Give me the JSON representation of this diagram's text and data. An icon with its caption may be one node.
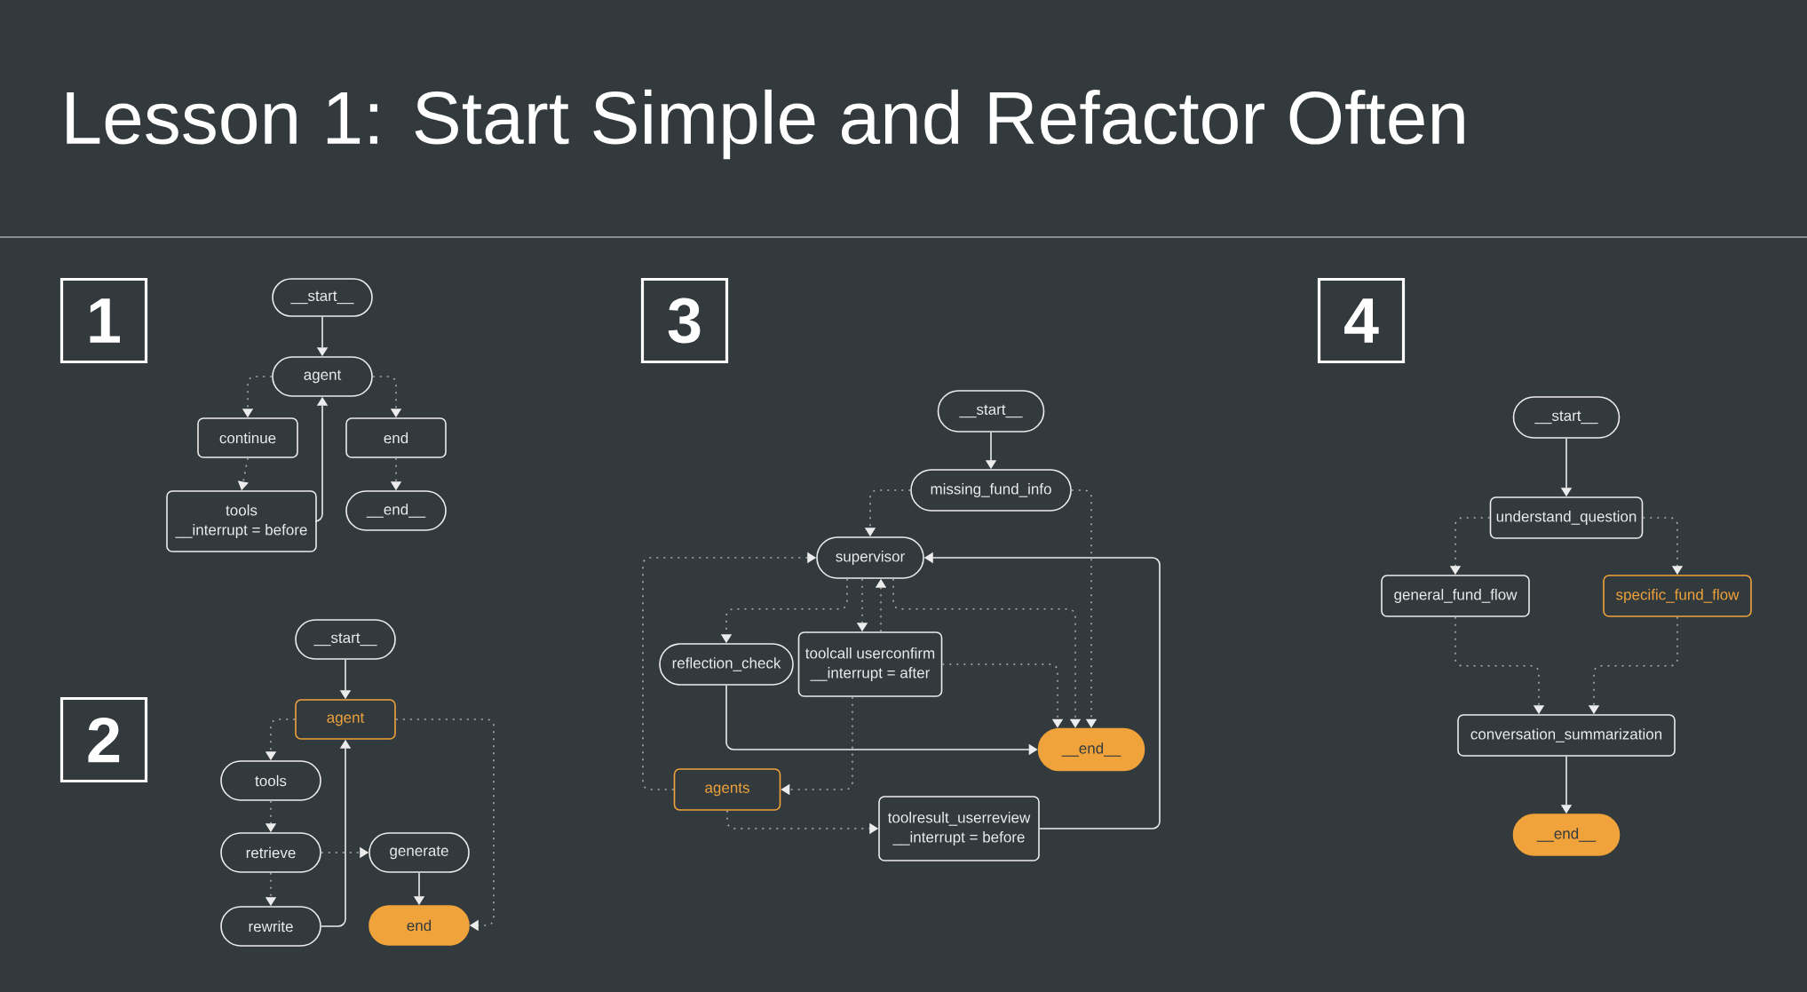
{
  "diagram": {
    "title": "Lesson 1: Start Simple and Refactor Often",
    "nodes": [
      {
        "text": [
          "1"
        ]
      },
      {
        "text": [
          "__start__"
        ]
      },
      {
        "text": [
          "agent"
        ]
      },
      {
        "text": [
          "continue"
        ]
      },
      {
        "text": [
          "end"
        ]
      },
      {
        "text": [
          "tools",
          "__interrupt = before"
        ]
      },
      {
        "text": [
          "__end__"
        ]
      },
      {
        "text": [
          "2"
        ]
      },
      {
        "text": [
          "__start__"
        ]
      },
      {
        "text": [
          "agent"
        ]
      },
      {
        "text": [
          "tools"
        ]
      },
      {
        "text": [
          "retrieve"
        ]
      },
      {
        "text": [
          "generate"
        ]
      },
      {
        "text": [
          "rewrite"
        ]
      },
      {
        "text": [
          "end"
        ]
      },
      {
        "text": [
          "3"
        ]
      },
      {
        "text": [
          "__start__"
        ]
      },
      {
        "text": [
          "missing_fund_info"
        ]
      },
      {
        "text": [
          "supervisor"
        ]
      },
      {
        "text": [
          "reflection_check"
        ]
      },
      {
        "text": [
          "toolcall userconfirm",
          "__interrupt = after"
        ]
      },
      {
        "text": [
          "__end__"
        ]
      },
      {
        "text": [
          "agents"
        ]
      },
      {
        "text": [
          "toolresult_userreview",
          "__interrupt = before"
        ]
      },
      {
        "text": [
          "4"
        ]
      },
      {
        "text": [
          "__start__"
        ]
      },
      {
        "text": [
          "understand_question"
        ]
      },
      {
        "text": [
          "general_fund_flow"
        ]
      },
      {
        "text": [
          "specific_fund_flow"
        ]
      },
      {
        "text": [
          "conversation_summarization"
        ]
      },
      {
        "text": [
          "__end__"
        ]
      }
    ],
    "edges": [
      {
        "from": 1,
        "to": 2,
        "arrow": "to"
      },
      {
        "from": 2,
        "to": 3,
        "arrow": "to",
        "style": "dashed"
      },
      {
        "from": 2,
        "to": 4,
        "arrow": "to",
        "style": "dashed"
      },
      {
        "from": 3,
        "to": 5,
        "arrow": "to",
        "style": "dashed"
      },
      {
        "from": 5,
        "to": 2,
        "arrow": "to"
      },
      {
        "from": 4,
        "to": 6,
        "arrow": "to",
        "style": "dashed"
      },
      {
        "from": 8,
        "to": 9,
        "arrow": "to"
      },
      {
        "from": 9,
        "to": 10,
        "arrow": "to",
        "style": "dashed"
      },
      {
        "from": 10,
        "to": 11,
        "arrow": "to",
        "style": "dashed"
      },
      {
        "from": 11,
        "to": 12,
        "arrow": "to",
        "style": "dashed"
      },
      {
        "from": 11,
        "to": 13,
        "arrow": "to",
        "style": "dashed"
      },
      {
        "from": 13,
        "to": 9,
        "arrow": "to"
      },
      {
        "from": 12,
        "to": 14,
        "arrow": "to"
      },
      {
        "from": 9,
        "to": 14,
        "arrow": "to",
        "style": "dashed"
      },
      {
        "from": 16,
        "to": 17,
        "arrow": "to"
      },
      {
        "from": 17,
        "to": 18,
        "arrow": "to",
        "style": "dashed"
      },
      {
        "from": 17,
        "to": 21,
        "arrow": "to",
        "style": "dashed"
      },
      {
        "from": 18,
        "to": 19,
        "arrow": "to",
        "style": "dashed"
      },
      {
        "from": 18,
        "to": 20,
        "arrow": "to",
        "style": "dashed"
      },
      {
        "from": 20,
        "to": 18,
        "arrow": "to",
        "style": "dashed"
      },
      {
        "from": 18,
        "to": 21,
        "arrow": "to",
        "style": "dashed"
      },
      {
        "from": 20,
        "to": 21,
        "arrow": "to",
        "style": "dashed"
      },
      {
        "from": 19,
        "to": 21,
        "arrow": "to"
      },
      {
        "from": 20,
        "to": 22,
        "arrow": "to",
        "style": "dashed"
      },
      {
        "from": 22,
        "to": 18,
        "arrow": "to",
        "style": "dashed"
      },
      {
        "from": 22,
        "to": 23,
        "arrow": "to",
        "style": "dashed"
      },
      {
        "from": 23,
        "to": 18,
        "arrow": "to"
      },
      {
        "from": 25,
        "to": 26,
        "arrow": "to"
      },
      {
        "from": 26,
        "to": 27,
        "arrow": "to",
        "style": "dashed"
      },
      {
        "from": 26,
        "to": 28,
        "arrow": "to",
        "style": "dashed"
      },
      {
        "from": 27,
        "to": 29,
        "arrow": "to",
        "style": "dashed"
      },
      {
        "from": 28,
        "to": 29,
        "arrow": "to",
        "style": "dashed"
      },
      {
        "from": 29,
        "to": 30,
        "arrow": "to"
      }
    ]
  }
}
